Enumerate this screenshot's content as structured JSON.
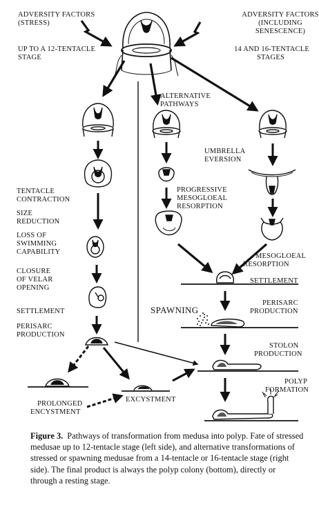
{
  "labels": {
    "adversity_left_1": "ADVERSITY FACTORS",
    "adversity_left_2": "(STRESS)",
    "stage_left_1": "UP TO A 12-TENTACLE",
    "stage_left_2": "STAGE",
    "adversity_right_1": "ADVERSITY FACTORS",
    "adversity_right_2": "(INCLUDING",
    "adversity_right_3": "SENESCENCE)",
    "stage_right_1": "14 AND 16-TENTACLE",
    "stage_right_2": "STAGES",
    "alternative_1": "ALTERNATIVE",
    "alternative_2": "PATHWAYS",
    "umbrella_1": "UMBRELLA",
    "umbrella_2": "EVERSION",
    "tentacle_contraction_1": "TENTACLE",
    "tentacle_contraction_2": "CONTRACTION",
    "size_reduction_1": "SIZE",
    "size_reduction_2": "REDUCTION",
    "loss_1": "LOSS OF",
    "loss_2": "SWIMMING",
    "loss_3": "CAPABILITY",
    "closure_1": "CLOSURE",
    "closure_2": "OF VELAR",
    "closure_3": "OPENING",
    "settlement_left": "SETTLEMENT",
    "perisarc_left_1": "PERISARC",
    "perisarc_left_2": "PRODUCTION",
    "progressive_1": "PROGRESSIVE",
    "progressive_2": "MESOGLOEAL",
    "progressive_3": "RESORPTION",
    "mesogloeal_right_1": "MESOGLOEAL",
    "mesogloeal_right_2": "RESORPTION",
    "settlement_right": "SETTLEMENT",
    "spawning": "SPAWNING",
    "perisarc_right_1": "PERISARC",
    "perisarc_right_2": "PRODUCTION",
    "stolon_1": "STOLON",
    "stolon_2": "PRODUCTION",
    "polyp_1": "POLYP",
    "polyp_2": "FORMATION",
    "prolonged_1": "PROLONGED",
    "prolonged_2": "ENCYSTMENT",
    "excystment": "EXCYSTMENT"
  },
  "caption": {
    "figure_number": "Figure 3.",
    "text": "Pathways of transformation from medusa into polyp. Fate of stressed medusae up to 12-tentacle stage (left side), and alternative transformations of stressed or spawning medusae from a 14-tentacle or 16-tentacle stage (right side). The final product is always the polyp colony (bottom), directly or through a resting stage."
  }
}
